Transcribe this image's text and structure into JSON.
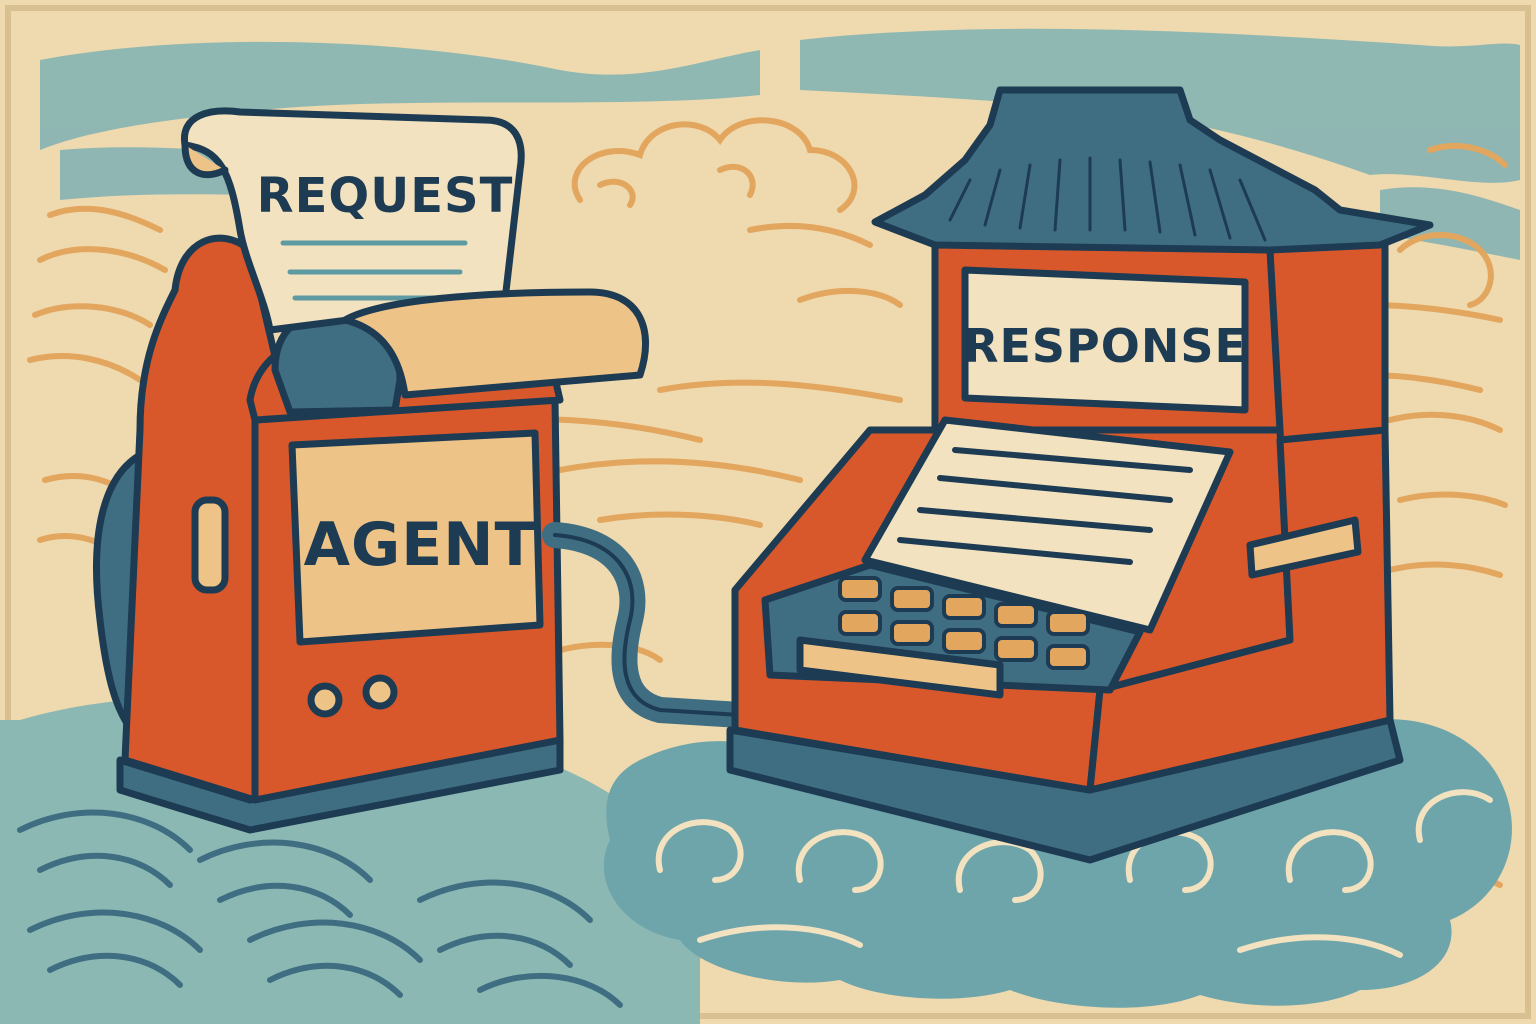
{
  "labels": {
    "request": "REQUEST",
    "agent": "AGENT",
    "response": "RESPONSE"
  },
  "colors": {
    "paper": "#efd9ae",
    "ink": "#1d3b52",
    "orange": "#d9582b",
    "orange_dark": "#b9461f",
    "teal": "#5e9aa2",
    "teal_light": "#8cb8b4",
    "teal_dark": "#3f6e82",
    "tan": "#eec387",
    "cream": "#f2e2c0",
    "swirl": "#e3a65e"
  },
  "icons": [
    "cloud-icon",
    "swirl-icon",
    "paper-scroll-icon"
  ]
}
